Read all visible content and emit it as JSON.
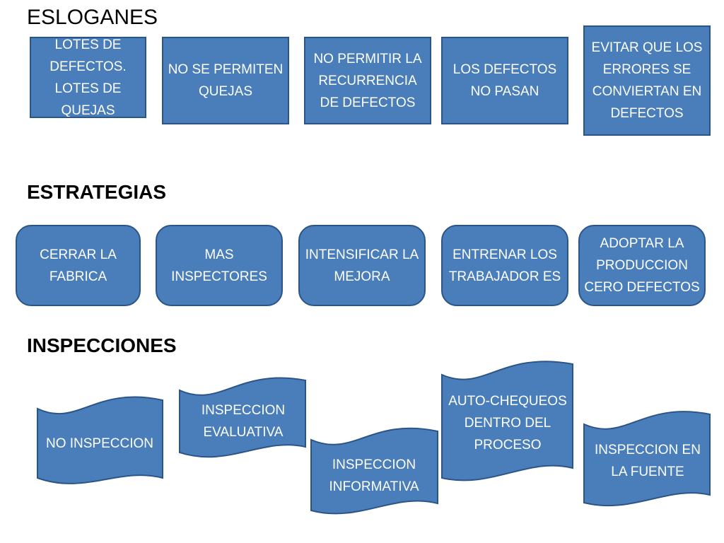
{
  "sections": {
    "esloganes": "ESLOGANES",
    "estrategias": "ESTRATEGIAS",
    "inspecciones": "INSPECCIONES"
  },
  "esloganes": [
    "LOTES DE DEFECTOS. LOTES DE QUEJAS",
    "NO SE PERMITEN QUEJAS",
    "NO PERMITIR LA RECURRENCIA DE DEFECTOS",
    "LOS DEFECTOS NO PASAN",
    "EVITAR QUE LOS ERRORES SE CONVIERTAN EN DEFECTOS"
  ],
  "estrategias": [
    "CERRAR LA FABRICA",
    "MAS INSPECTORES",
    "INTENSIFICAR LA MEJORA",
    "ENTRENAR LOS TRABAJADOR ES",
    "ADOPTAR LA PRODUCCION CERO DEFECTOS"
  ],
  "inspecciones": [
    "NO INSPECCION",
    "INSPECCION EVALUATIVA",
    "INSPECCION INFORMATIVA",
    "AUTO-CHEQUEOS DENTRO DEL PROCESO",
    "INSPECCION EN LA FUENTE"
  ],
  "colors": {
    "fill": "#4a7ebb",
    "border": "#2c5587",
    "text": "#ffffff"
  }
}
